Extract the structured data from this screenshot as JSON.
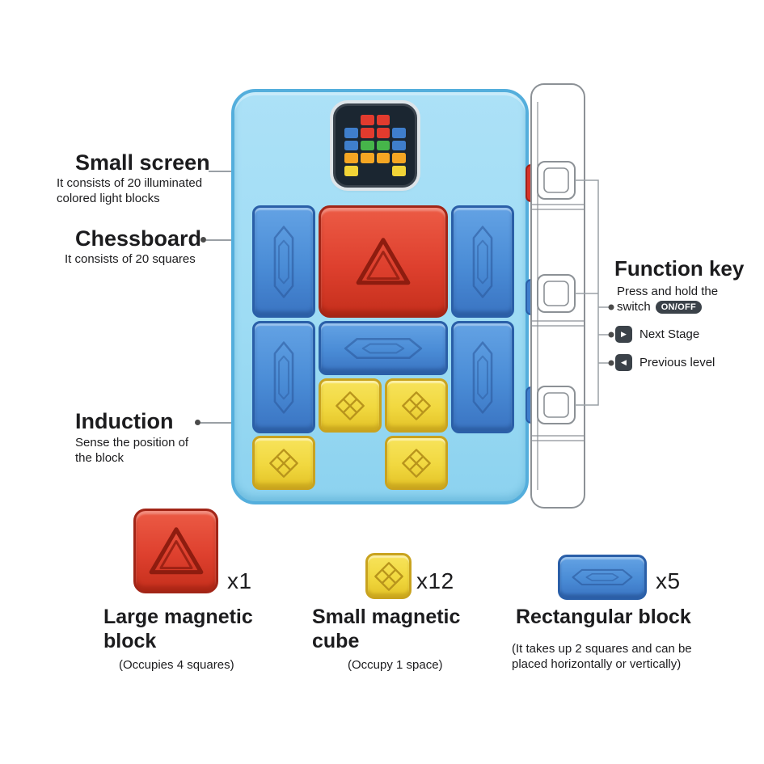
{
  "colors": {
    "device-body": "#9EDCF4",
    "device-border": "#54AEDC",
    "blue-block": "#4A8CD6",
    "blue-block-dark": "#2A5FA8",
    "red-block": "#DE402E",
    "red-block-dark": "#992012",
    "yellow-block": "#F1D83F",
    "yellow-block-dark": "#B8941C",
    "screen-bg": "#1B2631",
    "icon-dark": "#3B4249",
    "line-gray": "#8C9196",
    "text-dark": "#1C1C1E"
  },
  "screen": {
    "pixel_colors": {
      "red": "#E23B2E",
      "blue": "#3F7ECC",
      "green": "#46B54A",
      "orange": "#F5A623",
      "yellow": "#F2D437"
    },
    "pixels": [
      [
        "",
        "red",
        "red",
        ""
      ],
      [
        "blue",
        "red",
        "red",
        "blue"
      ],
      [
        "blue",
        "green",
        "green",
        "blue"
      ],
      [
        "orange",
        "orange",
        "orange",
        "orange"
      ],
      [
        "yellow",
        "",
        "",
        "yellow"
      ]
    ]
  },
  "annotations": {
    "small_screen": {
      "title": "Small screen",
      "desc": "It consists of 20 illuminated colored light blocks"
    },
    "chessboard": {
      "title": "Chessboard",
      "desc": "It consists of 20 squares"
    },
    "induction": {
      "title": "Induction",
      "desc": "Sense the position of the block"
    }
  },
  "function_key": {
    "title": "Function key",
    "hold_text_1": "Press and hold the",
    "hold_text_2": "switch",
    "onoff_badge": "ON/OFF",
    "next_label": "Next Stage",
    "previous_label": "Previous level"
  },
  "parts": [
    {
      "name": "Large magnetic block",
      "count": "x1",
      "note": "(Occupies 4 squares)"
    },
    {
      "name": "Small magnetic cube",
      "count": "x12",
      "note": "(Occupy 1 space)"
    },
    {
      "name": "Rectangular block",
      "count": "x5",
      "note": "(It takes up 2 squares and can be placed horizontally or vertically)"
    }
  ]
}
